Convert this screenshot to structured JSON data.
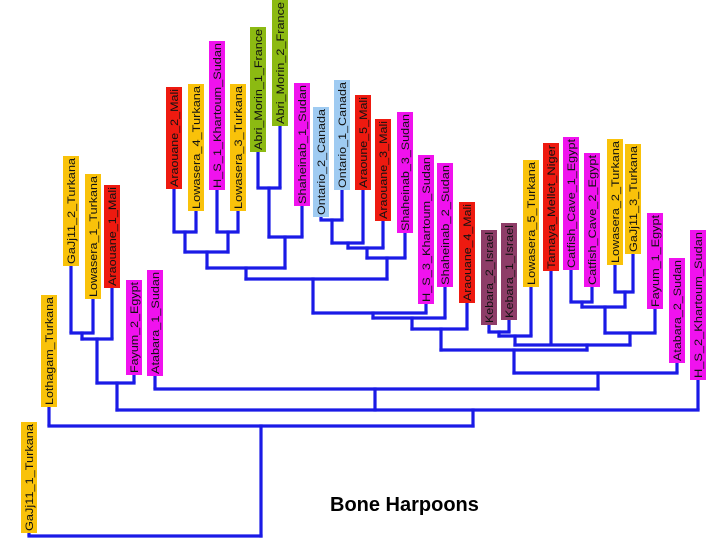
{
  "title": "Bone Harpoons",
  "colors": {
    "turkana": "#F9C20A",
    "mali_niger": "#EE1A10",
    "sudan_egypt": "#F012EE",
    "france": "#8CBA12",
    "canada": "#9FCBF2",
    "israel": "#8E3D68",
    "branch": "#1A1AE6"
  },
  "leaves": [
    {
      "label": "GaJj11_1_Turkana",
      "group": "turkana"
    },
    {
      "label": "Lothagam_Turkana",
      "group": "turkana"
    },
    {
      "label": "GaJj11_2_Turkana",
      "group": "turkana"
    },
    {
      "label": "Lowasera_1_Turkana",
      "group": "turkana"
    },
    {
      "label": "Araouane_1_Mali",
      "group": "mali_niger"
    },
    {
      "label": "Fayum_2_Egypt",
      "group": "sudan_egypt"
    },
    {
      "label": "Atabara_1_Sudan",
      "group": "sudan_egypt"
    },
    {
      "label": "Araouane_2_Mali",
      "group": "mali_niger"
    },
    {
      "label": "Lowasera_4_Turkana",
      "group": "turkana"
    },
    {
      "label": "H_S_1_Khartoum_Sudan",
      "group": "sudan_egypt"
    },
    {
      "label": "Lowasera_3_Turkana",
      "group": "turkana"
    },
    {
      "label": "Abri_Morin_1_France",
      "group": "france"
    },
    {
      "label": "Abri_Morin_2_France",
      "group": "france"
    },
    {
      "label": "Shaheinab_1_Sudan",
      "group": "sudan_egypt"
    },
    {
      "label": "Ontario_2_Canada",
      "group": "canada"
    },
    {
      "label": "Ontario_1_Canada",
      "group": "canada"
    },
    {
      "label": "Araoune_5_Mali",
      "group": "mali_niger"
    },
    {
      "label": "Araouane_3_Mali",
      "group": "mali_niger"
    },
    {
      "label": "Shaheinab_3_Sudan",
      "group": "sudan_egypt"
    },
    {
      "label": "H_S_3_Khartoum_Sudan",
      "group": "sudan_egypt"
    },
    {
      "label": "Shaheinab_2_Sudan",
      "group": "sudan_egypt"
    },
    {
      "label": "Araouane_4_Mali",
      "group": "mali_niger"
    },
    {
      "label": "Kebara_2_Israel",
      "group": "israel"
    },
    {
      "label": "Kebara_1_Israel",
      "group": "israel"
    },
    {
      "label": "Lowasera_5_Turkana",
      "group": "turkana"
    },
    {
      "label": "Tamaya_Mellet_Niger",
      "group": "mali_niger"
    },
    {
      "label": "Catfish_Cave_1_Egypt",
      "group": "sudan_egypt"
    },
    {
      "label": "Catfish_Cave_2_Egypt",
      "group": "sudan_egypt"
    },
    {
      "label": "Lowasera_2_Turkana",
      "group": "turkana"
    },
    {
      "label": "GaJj11_3_Turkana",
      "group": "turkana"
    },
    {
      "label": "Fayum_1_Egypt",
      "group": "sudan_egypt"
    },
    {
      "label": "Atabara_2_Sudan",
      "group": "sudan_egypt"
    },
    {
      "label": "H_S_2_Khartoum_Sudan",
      "group": "sudan_egypt"
    }
  ]
}
